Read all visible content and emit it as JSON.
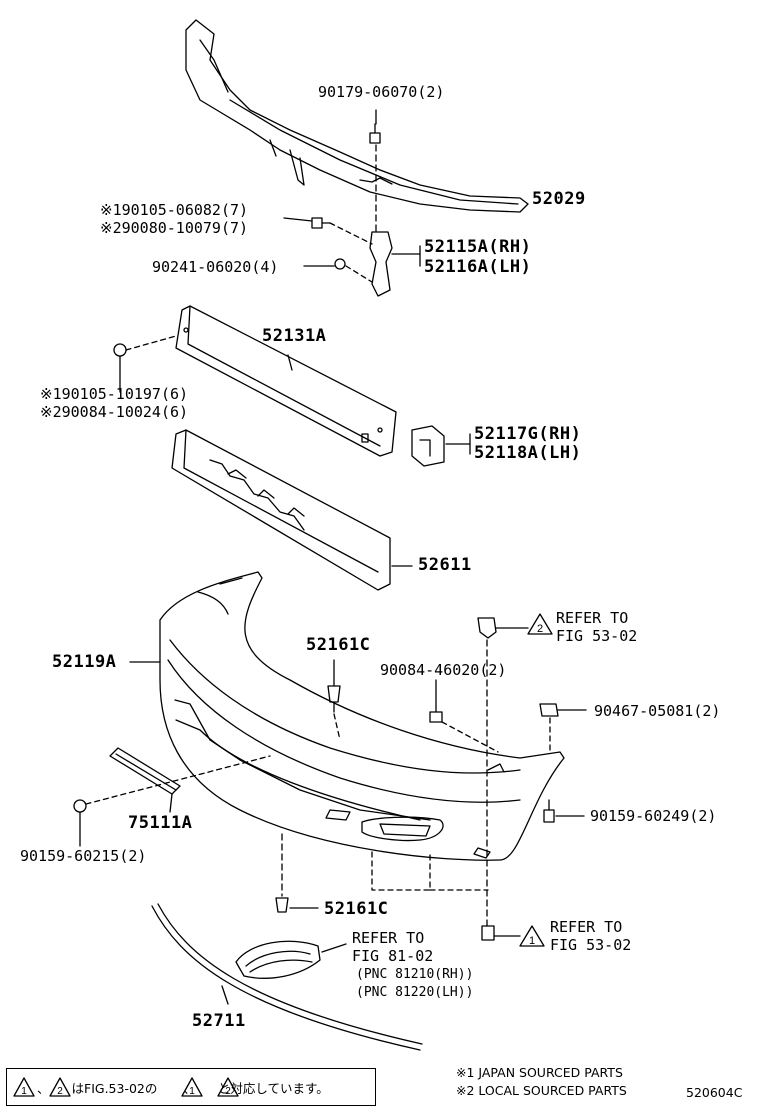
{
  "diagram_code": "520604C",
  "parts": {
    "p_90179": "90179-06070(2)",
    "p_52029": "52029",
    "p_90105_a": "90105-06082(7)",
    "p_90080": "90080-10079(7)",
    "p_52115": "52115A(RH)",
    "p_52116": "52116A(LH)",
    "p_90241": "90241-06020(4)",
    "p_52131": "52131A",
    "p_90105_b": "90105-10197(6)",
    "p_90084_b": "90084-10024(6)",
    "p_52117": "52117G(RH)",
    "p_52118": "52118A(LH)",
    "p_52611": "52611",
    "p_52161_top": "52161C",
    "p_52119": "52119A",
    "p_90084_a": "90084-46020(2)",
    "p_90467": "90467-05081(2)",
    "p_75111": "75111A",
    "p_90159_b": "90159-60249(2)",
    "p_90159_a": "90159-60215(2)",
    "p_52161_bot": "52161C",
    "p_52711": "52711"
  },
  "marks": {
    "m1": "※1",
    "m2": "※2",
    "tri1": "1",
    "tri2": "2"
  },
  "refs": {
    "refer_to": "REFER TO",
    "fig_53_02": "FIG 53-02",
    "fig_81_02": "FIG 81-02",
    "pnc_rh": "(PNC 81210(RH))",
    "pnc_lh": "(PNC 81220(LH))"
  },
  "legend": {
    "japan": "※1 JAPAN SOURCED PARTS",
    "local": "※2 LOCAL SOURCED PARTS"
  },
  "footnote": {
    "text_a": "、",
    "text_b": "はFIG.53-02の",
    "text_c": "、",
    "text_d": "と対応しています。"
  }
}
